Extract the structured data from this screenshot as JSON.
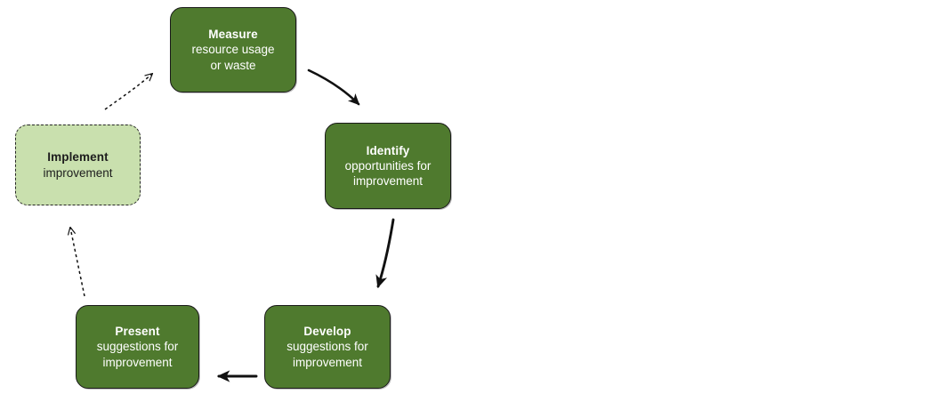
{
  "diagram": {
    "type": "cycle-flow-diagram",
    "colors": {
      "node_fill_solid": "#4F7A2E",
      "node_text_solid": "#FFFFFF",
      "node_fill_dashed": "#C9E0AE",
      "node_text_dashed": "#1D1D1D",
      "node_border": "#1A1A1A",
      "arrow": "#111111",
      "background": "#FFFFFF"
    },
    "nodes": [
      {
        "id": "measure",
        "title": "Measure",
        "lines": [
          "resource usage",
          "or waste"
        ],
        "style": "solid"
      },
      {
        "id": "identify",
        "title": "Identify",
        "lines": [
          "opportunities for",
          "improvement"
        ],
        "style": "solid"
      },
      {
        "id": "develop",
        "title": "Develop",
        "lines": [
          "suggestions for",
          "improvement"
        ],
        "style": "solid"
      },
      {
        "id": "present",
        "title": "Present",
        "lines": [
          "suggestions for",
          "improvement"
        ],
        "style": "solid"
      },
      {
        "id": "implement",
        "title": "Implement",
        "lines": [
          "improvement"
        ],
        "style": "dashed"
      }
    ],
    "connectors": [
      {
        "id": "measure-to-identify",
        "from": "measure",
        "to": "identify",
        "style": "solid",
        "shape": "curved"
      },
      {
        "id": "identify-to-develop",
        "from": "identify",
        "to": "develop",
        "style": "solid",
        "shape": "curved"
      },
      {
        "id": "develop-to-present",
        "from": "develop",
        "to": "present",
        "style": "solid",
        "shape": "straight"
      },
      {
        "id": "present-to-implement",
        "from": "present",
        "to": "implement",
        "style": "dashed",
        "shape": "straight"
      },
      {
        "id": "implement-to-measure",
        "from": "implement",
        "to": "measure",
        "style": "dashed",
        "shape": "curved"
      }
    ]
  }
}
